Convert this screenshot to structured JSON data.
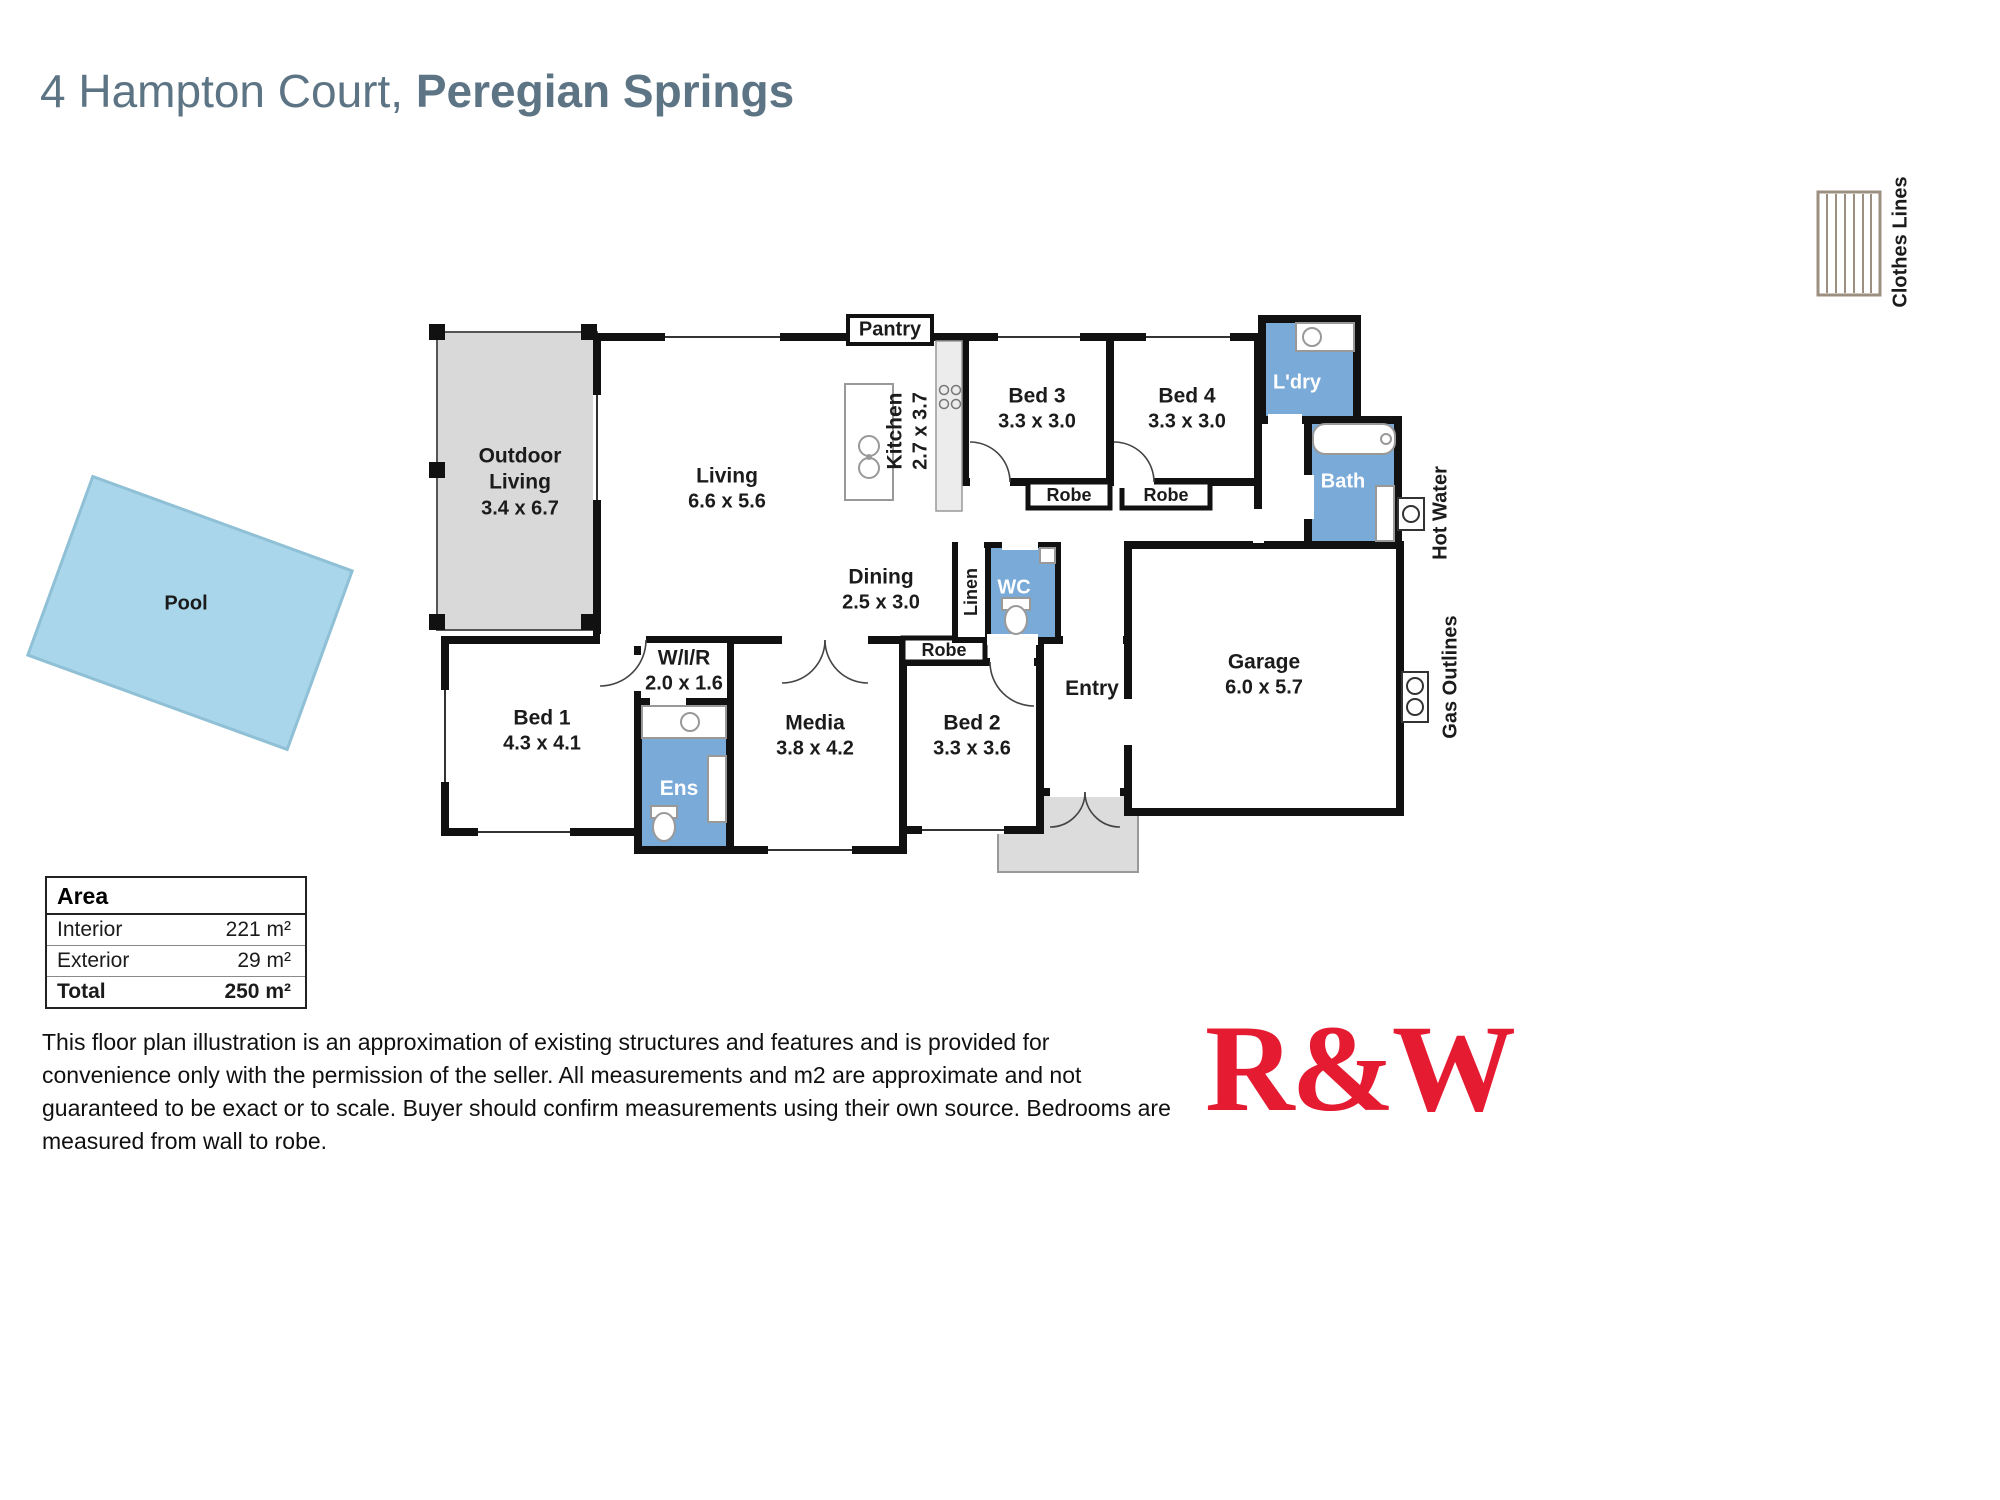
{
  "title": {
    "address": "4 Hampton Court, ",
    "suburb": "Peregian Springs"
  },
  "site": {
    "pool_label": "Pool",
    "clothes_lines_label": "Clothes Lines",
    "hot_water_label": "Hot Water",
    "gas_outlines_label": "Gas Outlines"
  },
  "rooms": {
    "outdoor_living": {
      "name": "Outdoor Living",
      "dims": "3.4 x 6.7"
    },
    "living": {
      "name": "Living",
      "dims": "6.6 x 5.6"
    },
    "pantry": {
      "name": "Pantry"
    },
    "kitchen": {
      "name": "Kitchen",
      "dims": "2.7 x 3.7"
    },
    "bed3": {
      "name": "Bed 3",
      "dims": "3.3 x 3.0"
    },
    "bed4": {
      "name": "Bed 4",
      "dims": "3.3 x 3.0"
    },
    "laundry": {
      "name": "L'dry"
    },
    "bath": {
      "name": "Bath"
    },
    "robe_bed3": {
      "name": "Robe"
    },
    "robe_bed4": {
      "name": "Robe"
    },
    "dining": {
      "name": "Dining",
      "dims": "2.5 x 3.0"
    },
    "linen": {
      "name": "Linen"
    },
    "wc": {
      "name": "WC"
    },
    "robe_bed2": {
      "name": "Robe"
    },
    "entry": {
      "name": "Entry"
    },
    "garage": {
      "name": "Garage",
      "dims": "6.0 x 5.7"
    },
    "bed1": {
      "name": "Bed 1",
      "dims": "4.3 x 4.1"
    },
    "wir": {
      "name": "W/I/R",
      "dims": "2.0 x 1.6"
    },
    "ens": {
      "name": "Ens"
    },
    "media": {
      "name": "Media",
      "dims": "3.8 x 4.2"
    },
    "bed2": {
      "name": "Bed 2",
      "dims": "3.3 x 3.6"
    }
  },
  "area_table": {
    "title": "Area",
    "rows": [
      {
        "label": "Interior",
        "value": "221 m²"
      },
      {
        "label": "Exterior",
        "value": "29 m²"
      },
      {
        "label": "Total",
        "value": "250 m²"
      }
    ]
  },
  "disclaimer": "This floor plan illustration is an approximation of existing structures and features and is provided for convenience only with the permission of the seller. All measurements and m2 are approximate and not guaranteed to be exact or to scale. Buyer should confirm measurements using their own source. Bedrooms are measured from wall to robe.",
  "logo": {
    "text": "R&W"
  },
  "colors": {
    "title": "#5c7484",
    "wet_area_blue": "#7aaad8",
    "pool_blue": "#a9d6ea",
    "outdoor_gray": "#d9d9d9",
    "logo_red": "#e51b32",
    "wall": "#111111"
  }
}
